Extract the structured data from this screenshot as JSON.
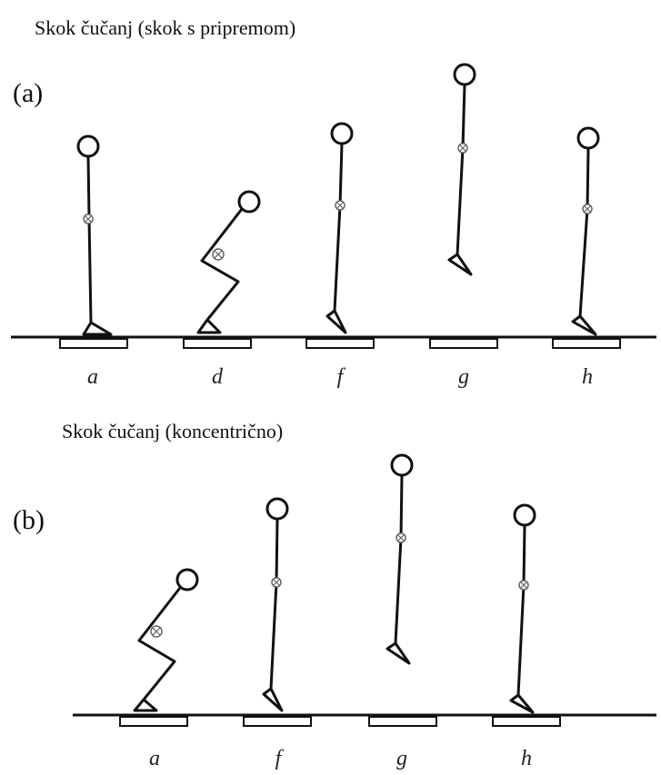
{
  "panel_a": {
    "title": "Skok čučanj (skok s pripremom)",
    "label": "(a)",
    "phases": [
      "a",
      "d",
      "f",
      "g",
      "h"
    ]
  },
  "panel_b": {
    "title": "Skok čučanj (koncentrično)",
    "label": "(b)",
    "phases": [
      "a",
      "f",
      "g",
      "h"
    ]
  }
}
